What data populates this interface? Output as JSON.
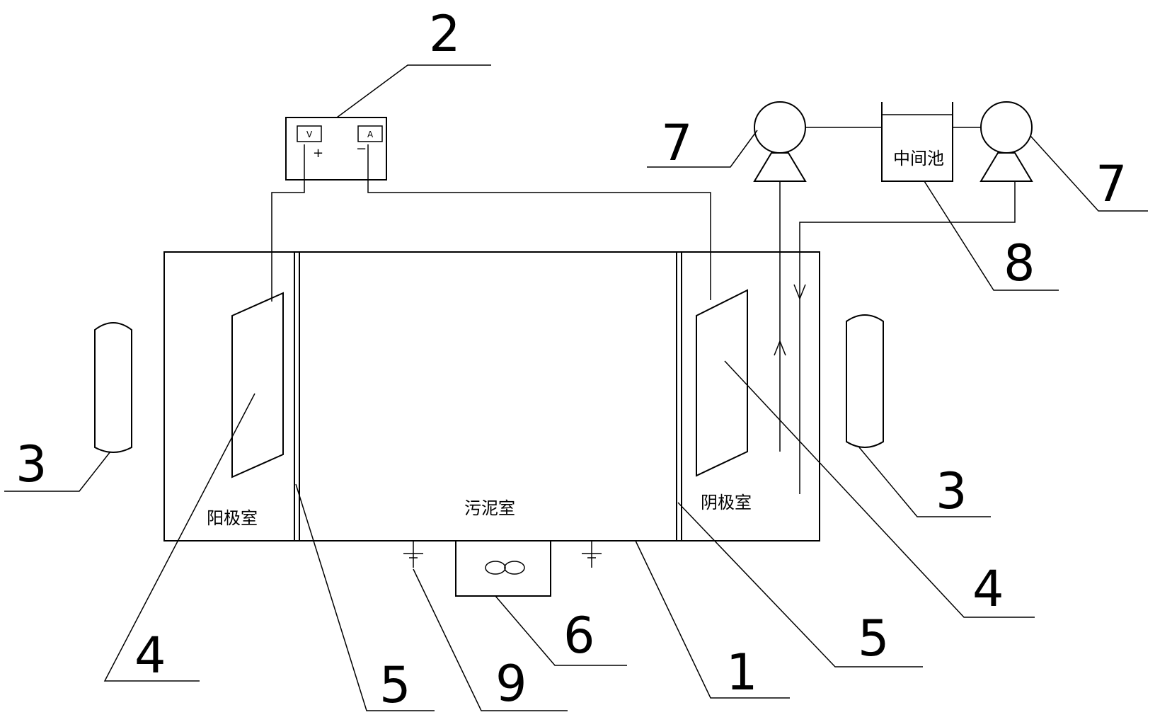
{
  "labels": {
    "anode_chamber": "阳极室",
    "sludge_chamber": "污泥室",
    "cathode_chamber": "阴极室",
    "intermediate_tank": "中间池"
  },
  "meters": {
    "voltmeter": "V",
    "ammeter": "A",
    "positive": "+",
    "negative": "−"
  },
  "callouts": {
    "tank": "1",
    "power_supply": "2",
    "gas_cylinder_left": "3",
    "gas_cylinder_right": "3",
    "electrode_left": "4",
    "electrode_right": "4",
    "membrane_left": "5",
    "membrane_right": "5",
    "stirrer": "6",
    "pump_left": "7",
    "pump_right": "7",
    "intermediate_tank": "8",
    "valve": "9"
  }
}
